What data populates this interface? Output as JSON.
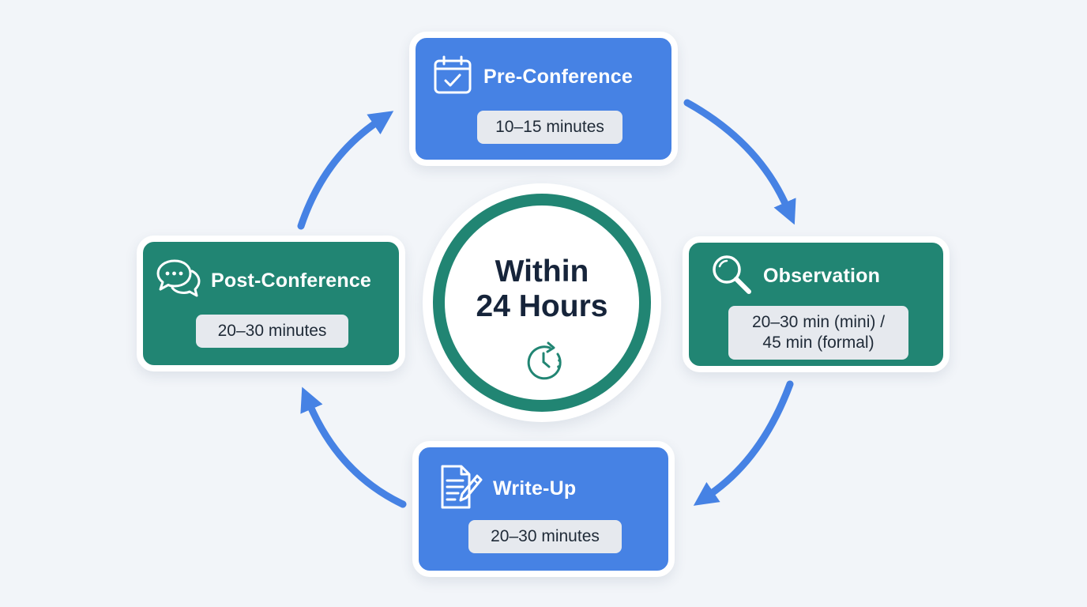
{
  "diagram": {
    "center": {
      "lines": [
        "Within",
        "24 Hours"
      ],
      "icon": "clock-refresh-icon"
    },
    "stages": {
      "pre_conference": {
        "title": "Pre-Conference",
        "duration_lines": [
          "10–15 minutes"
        ],
        "icon": "calendar-check-icon"
      },
      "observation": {
        "title": "Observation",
        "duration_lines": [
          "20–30 min (mini) /",
          "45 min (formal)"
        ],
        "icon": "magnifier-icon"
      },
      "write_up": {
        "title": "Write-Up",
        "duration_lines": [
          "20–30 minutes"
        ],
        "icon": "document-pen-icon"
      },
      "post_conference": {
        "title": "Post-Conference",
        "duration_lines": [
          "20–30 minutes"
        ],
        "icon": "chat-bubbles-icon"
      }
    },
    "colors": {
      "blue": "#4682e4",
      "teal": "#218573",
      "arrow": "#4682e4",
      "background": "#f2f5f9"
    }
  }
}
